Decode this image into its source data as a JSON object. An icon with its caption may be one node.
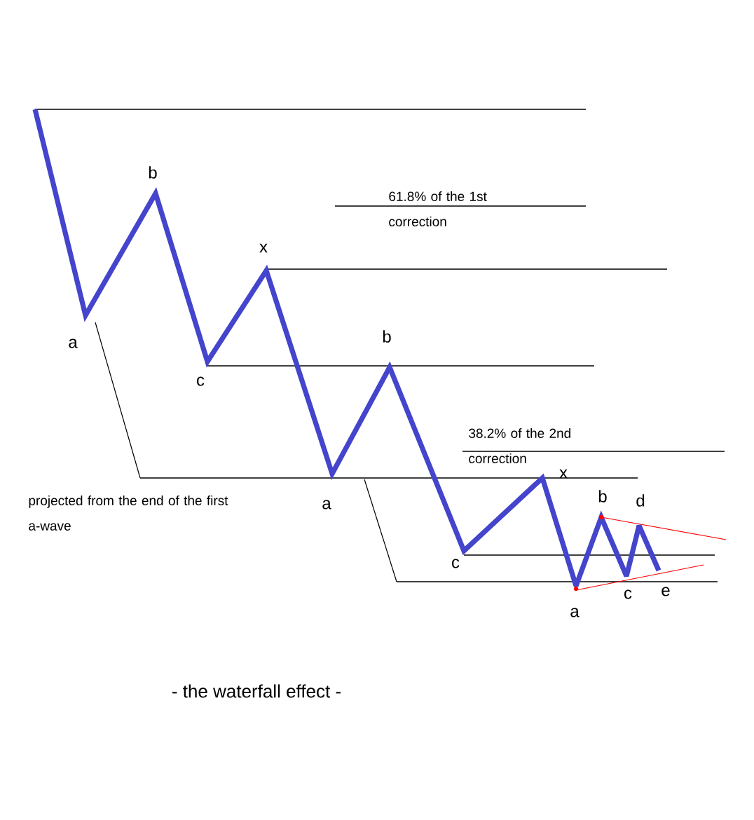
{
  "diagram": {
    "caption": "- the waterfall effect -",
    "labels": [
      "b",
      "61.8% of the 1st correction",
      "x",
      "b",
      "a",
      "c",
      "38.2% of the 2nd correction",
      "x",
      "b",
      "d",
      "projected from the end of the first a-wave",
      "a",
      "c",
      "e",
      "c",
      "a"
    ]
  }
}
